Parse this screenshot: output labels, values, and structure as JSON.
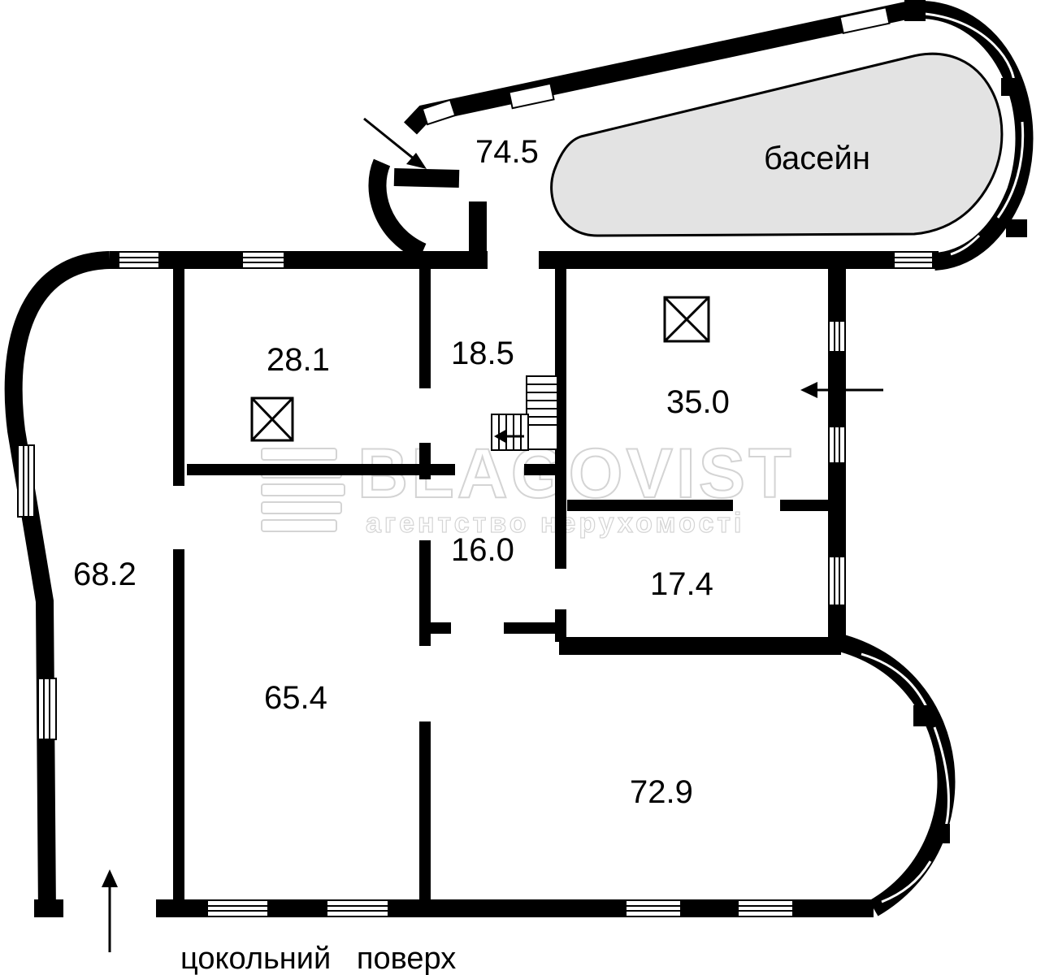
{
  "plan": {
    "caption": "цокольний   поверх",
    "pool_label": "басейн",
    "rooms": [
      {
        "id": "pool-area",
        "area": "74.5"
      },
      {
        "id": "room-nw",
        "area": "28.1"
      },
      {
        "id": "hall",
        "area": "18.5"
      },
      {
        "id": "room-ne",
        "area": "35.0"
      },
      {
        "id": "west-corridor",
        "area": "68.2"
      },
      {
        "id": "corridor",
        "area": "16.0"
      },
      {
        "id": "room-east-small",
        "area": "17.4"
      },
      {
        "id": "room-sw",
        "area": "65.4"
      },
      {
        "id": "room-se",
        "area": "72.9"
      }
    ]
  },
  "watermark": {
    "brand": "BLAGOVIST",
    "tagline": "агентство нерухомості"
  },
  "colors": {
    "wall": "#000000",
    "pool_fill": "#e3e3e3",
    "background": "#ffffff"
  }
}
